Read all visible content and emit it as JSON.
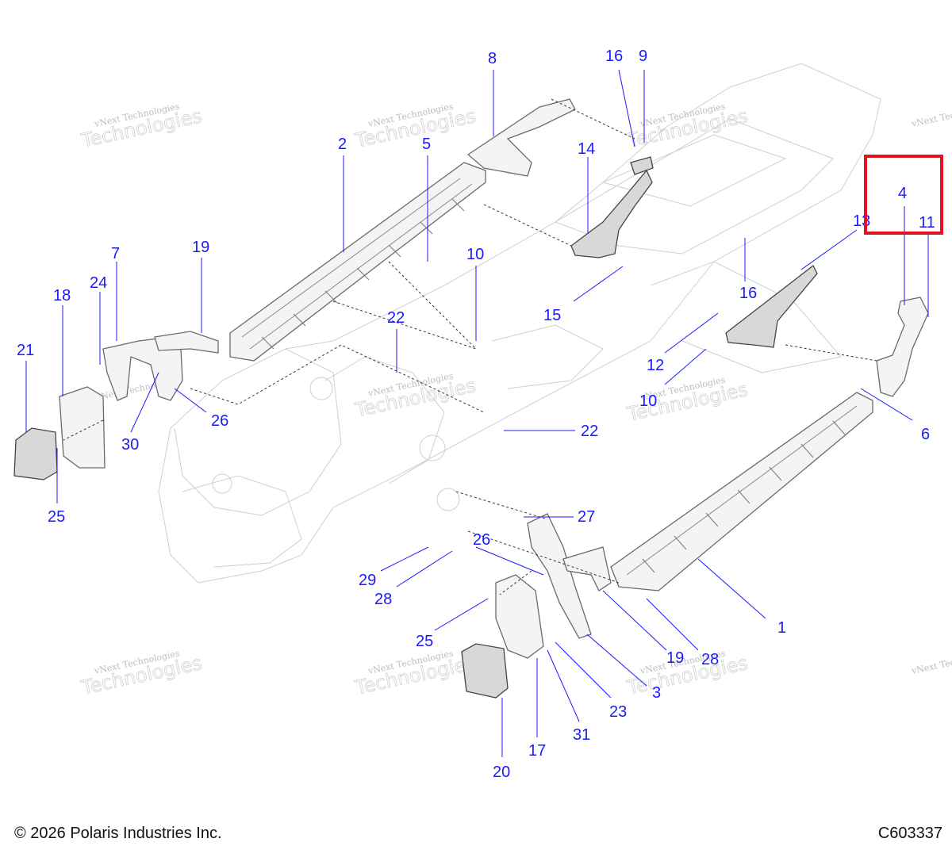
{
  "diagram": {
    "callouts": [
      {
        "id": "c1",
        "label": "1"
      },
      {
        "id": "c2",
        "label": "2"
      },
      {
        "id": "c3",
        "label": "3"
      },
      {
        "id": "c4",
        "label": "4"
      },
      {
        "id": "c5",
        "label": "5"
      },
      {
        "id": "c6",
        "label": "6"
      },
      {
        "id": "c7",
        "label": "7"
      },
      {
        "id": "c8",
        "label": "8"
      },
      {
        "id": "c9",
        "label": "9"
      },
      {
        "id": "c10a",
        "label": "10"
      },
      {
        "id": "c10b",
        "label": "10"
      },
      {
        "id": "c11",
        "label": "11"
      },
      {
        "id": "c12",
        "label": "12"
      },
      {
        "id": "c13",
        "label": "13"
      },
      {
        "id": "c14",
        "label": "14"
      },
      {
        "id": "c15",
        "label": "15"
      },
      {
        "id": "c16a",
        "label": "16"
      },
      {
        "id": "c16b",
        "label": "16"
      },
      {
        "id": "c17",
        "label": "17"
      },
      {
        "id": "c18",
        "label": "18"
      },
      {
        "id": "c19a",
        "label": "19"
      },
      {
        "id": "c19b",
        "label": "19"
      },
      {
        "id": "c20",
        "label": "20"
      },
      {
        "id": "c21",
        "label": "21"
      },
      {
        "id": "c22a",
        "label": "22"
      },
      {
        "id": "c22b",
        "label": "22"
      },
      {
        "id": "c23",
        "label": "23"
      },
      {
        "id": "c24",
        "label": "24"
      },
      {
        "id": "c25a",
        "label": "25"
      },
      {
        "id": "c25b",
        "label": "25"
      },
      {
        "id": "c26a",
        "label": "26"
      },
      {
        "id": "c26b",
        "label": "26"
      },
      {
        "id": "c27",
        "label": "27"
      },
      {
        "id": "c28a",
        "label": "28"
      },
      {
        "id": "c28b",
        "label": "28"
      },
      {
        "id": "c29",
        "label": "29"
      },
      {
        "id": "c30",
        "label": "30"
      },
      {
        "id": "c31",
        "label": "31"
      }
    ],
    "highlight": {
      "target": "4",
      "color": "#e0141e"
    },
    "watermark": {
      "line1": "vNext Technologies",
      "line2": "vNext",
      "line3": "Technologies"
    },
    "callout_color": "#1a1aff"
  },
  "footer": {
    "copyright": "© 2026 Polaris Industries Inc.",
    "figure_code": "C603337"
  }
}
